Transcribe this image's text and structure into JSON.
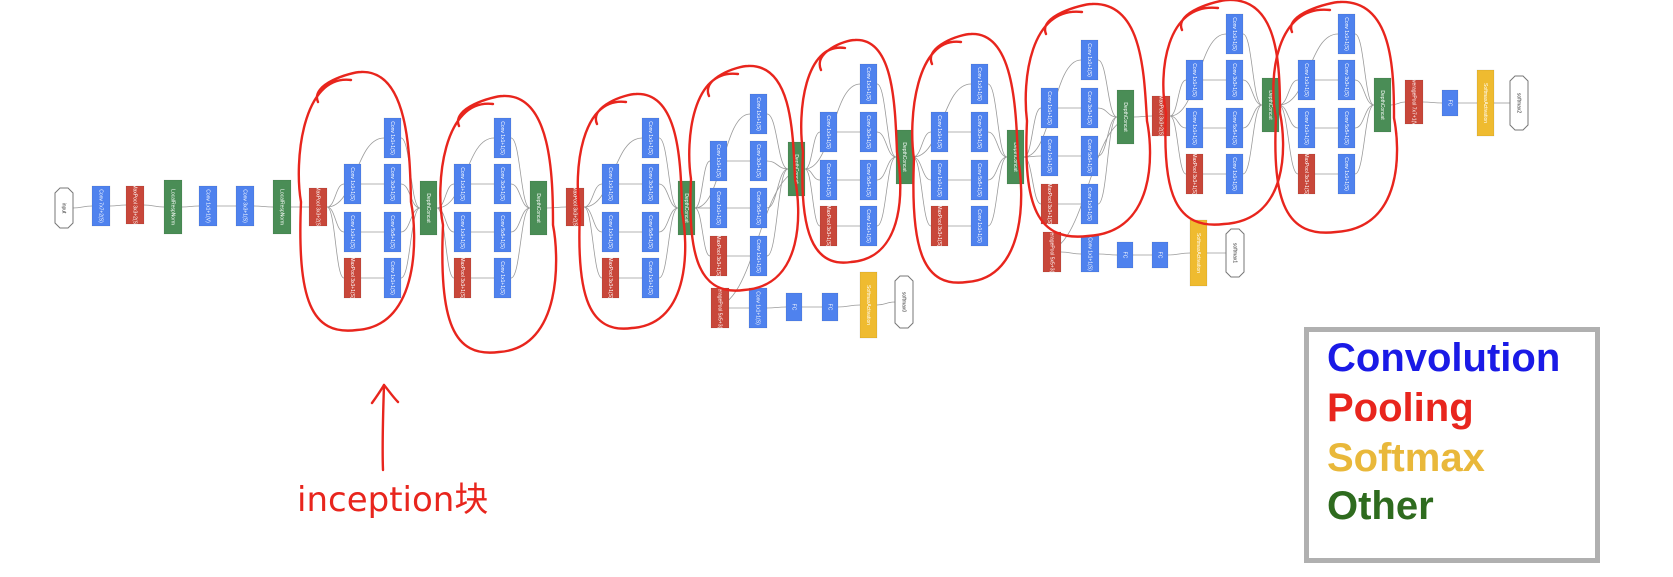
{
  "colors": {
    "convolution": "#4f82ee",
    "pooling": "#c8473a",
    "softmax": "#efbb30",
    "other": "#4a8d56",
    "annotation": "#e8251d",
    "edge": "#9a9a9a"
  },
  "annotation": {
    "text": "inception块"
  },
  "legend": {
    "items": [
      {
        "label": "Convolution",
        "color": "#1a1ae6"
      },
      {
        "label": "Pooling",
        "color": "#e8251d"
      },
      {
        "label": "Softmax",
        "color": "#e9b83a"
      },
      {
        "label": "Other",
        "color": "#2e6b1e"
      }
    ]
  },
  "nodes": {
    "input": "input",
    "conv_stem1": "Conv 7x7+2(S)",
    "maxpool_stem1": "MaxPool 3x3+2(S)",
    "lrn1": "LocalRespNorm",
    "conv_stem2": "Conv 1x1+1(V)",
    "conv_stem3": "Conv 3x3+1(S)",
    "lrn2": "LocalRespNorm",
    "maxpool_stem2": "MaxPool 3x3+2(S)",
    "depthconcat": "DepthConcat",
    "inception_conv1": "Conv 1x1+1(S)",
    "inception_conv3": "Conv 3x3+1(S)",
    "inception_conv5": "Conv 5x5+1(S)",
    "inception_maxpool": "MaxPool 3x3+1(S)",
    "maxpool_mid": "MaxPool 3x3+2(S)",
    "avgpool_aux": "AveragePool 5x5+3(V)",
    "fc": "FC",
    "softmax_activation": "SoftmaxActivation",
    "softmax0": "softmax0",
    "softmax1": "softmax1",
    "softmax2": "softmax2",
    "avgpool_final": "AveragePool 7x7+1(V)"
  }
}
